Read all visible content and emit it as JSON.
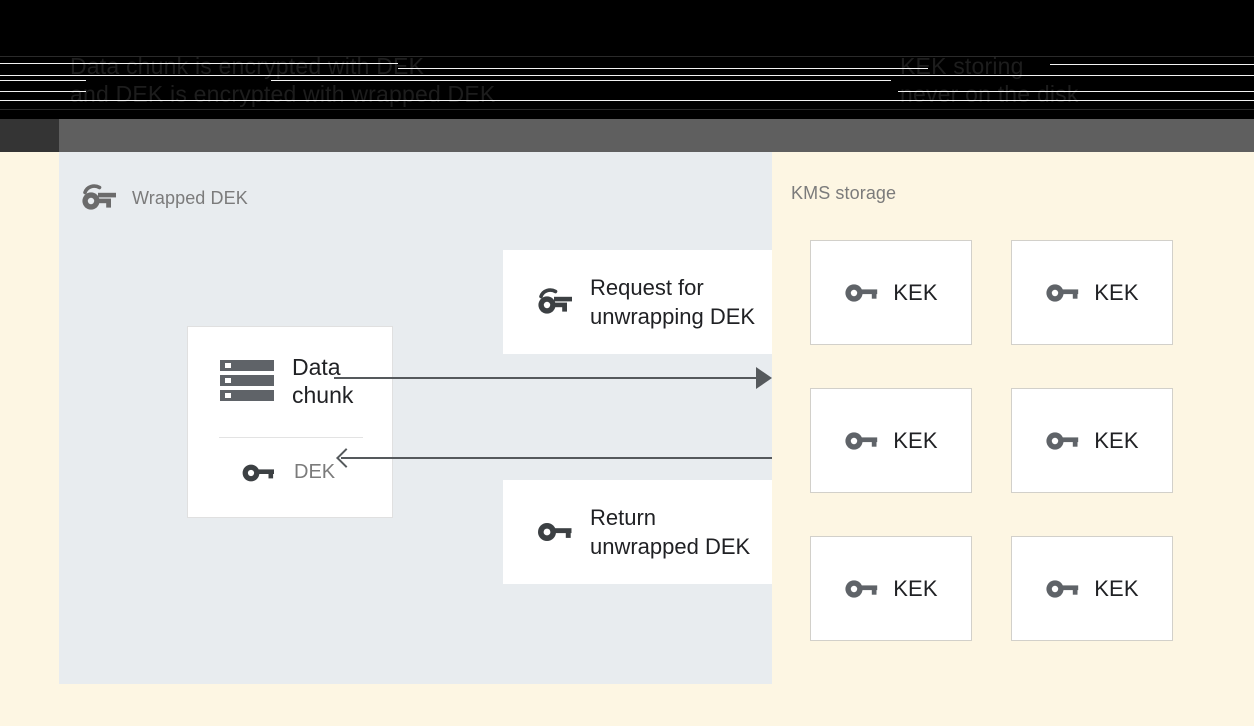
{
  "banner": {
    "left_text": "Data chunk is encrypted with DEK\nand DEK is encrypted with wrapped DEK",
    "right_text": "KEK storing\nnever on the disk"
  },
  "client_panel": {
    "title": "Wrapped DEK",
    "title_icon": "wrapped-key-icon",
    "background_color": "#e8ecef",
    "data_card": {
      "icon": "storage-icon",
      "label": "Data\nchunk",
      "key_icon": "key-icon",
      "key_label": "DEK"
    },
    "messages": [
      {
        "id": "request",
        "icon": "wrapped-key-icon",
        "label": "Request for\nunwrapping DEK"
      },
      {
        "id": "return",
        "icon": "key-icon",
        "label": "Return\nunwrapped DEK"
      }
    ],
    "arrows": [
      {
        "id": "request-arrow",
        "direction": "right"
      },
      {
        "id": "return-arrow",
        "direction": "left"
      }
    ]
  },
  "kms_panel": {
    "title": "KMS storage",
    "background_color": "#fdf6e3",
    "keys": [
      {
        "icon": "key-icon",
        "label": "KEK"
      },
      {
        "icon": "key-icon",
        "label": "KEK"
      },
      {
        "icon": "key-icon",
        "label": "KEK"
      },
      {
        "icon": "key-icon",
        "label": "KEK"
      },
      {
        "icon": "key-icon",
        "label": "KEK"
      },
      {
        "icon": "key-icon",
        "label": "KEK"
      }
    ]
  },
  "colors": {
    "canvas": "#fdf6e3",
    "panel": "#e8ecef",
    "toolbar": "#5f5f5f",
    "arrow": "#55595c",
    "icon_gray": "#5f6368",
    "muted_text": "#7b7b7b"
  }
}
